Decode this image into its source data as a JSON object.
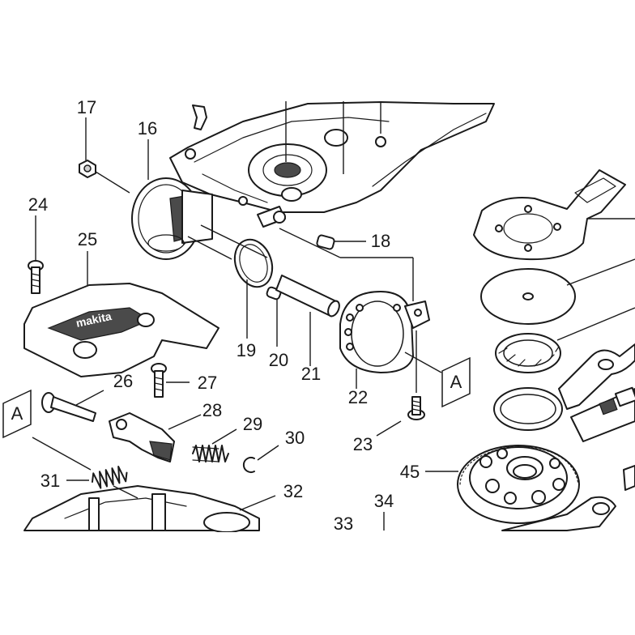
{
  "diagram": {
    "callouts": [
      {
        "id": "p17",
        "text": "17"
      },
      {
        "id": "p16",
        "text": "16"
      },
      {
        "id": "p24",
        "text": "24"
      },
      {
        "id": "p25",
        "text": "25"
      },
      {
        "id": "p18",
        "text": "18"
      },
      {
        "id": "p19",
        "text": "19"
      },
      {
        "id": "p20",
        "text": "20"
      },
      {
        "id": "p21",
        "text": "21"
      },
      {
        "id": "p22",
        "text": "22"
      },
      {
        "id": "p23",
        "text": "23"
      },
      {
        "id": "p26",
        "text": "26"
      },
      {
        "id": "p27",
        "text": "27"
      },
      {
        "id": "p28",
        "text": "28"
      },
      {
        "id": "p29",
        "text": "29"
      },
      {
        "id": "p30",
        "text": "30"
      },
      {
        "id": "p31",
        "text": "31"
      },
      {
        "id": "p32",
        "text": "32"
      },
      {
        "id": "p33",
        "text": "33"
      },
      {
        "id": "p34",
        "text": "34"
      },
      {
        "id": "p45",
        "text": "45"
      }
    ],
    "reference_boxes": [
      {
        "id": "box-left",
        "text": "A"
      },
      {
        "id": "box-right",
        "text": "A"
      }
    ],
    "brand_text": "makita"
  }
}
